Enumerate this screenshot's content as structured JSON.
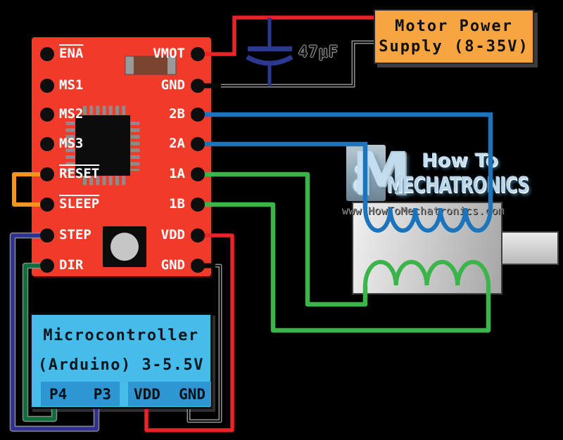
{
  "driver_board": {
    "left_pins": [
      {
        "label": "ENA",
        "overline": true
      },
      {
        "label": "MS1",
        "overline": false
      },
      {
        "label": "MS2",
        "overline": false
      },
      {
        "label": "MS3",
        "overline": false
      },
      {
        "label": "RESET",
        "overline": true
      },
      {
        "label": "SLEEP",
        "overline": true
      },
      {
        "label": "STEP",
        "overline": false
      },
      {
        "label": "DIR",
        "overline": false
      }
    ],
    "right_pins": [
      "VMOT",
      "GND",
      "2B",
      "2A",
      "1A",
      "1B",
      "VDD",
      "GND"
    ]
  },
  "capacitor": {
    "label": "47μF"
  },
  "power_supply": {
    "line1": "Motor Power",
    "line2": "Supply (8-35V)"
  },
  "microcontroller": {
    "line1": "Microcontroller",
    "line2": "(Arduino) 3-5.5V",
    "pins": {
      "p4": "P4",
      "p3": "P3",
      "vdd": "VDD",
      "gnd": "GND"
    }
  },
  "watermark": {
    "monogram": "M",
    "line1": "How To",
    "line2": "MECHATRONICS",
    "url": "www.HowToMechatronics.com"
  },
  "colors": {
    "board_red": "#F13B2A",
    "wire_red": "#EC2227",
    "wire_black": "#0A0A0A",
    "wire_blue": "#1C75BC",
    "wire_green": "#3BB54A",
    "wire_orange": "#F7941E",
    "wire_navy": "#2E3192",
    "wire_dark_green": "#0C6E38",
    "capacitor_navy": "#2B3990",
    "supply_orange": "#F7A541",
    "mcu_blue": "#45BCEA",
    "mcu_strip_blue": "#2D96D3"
  }
}
